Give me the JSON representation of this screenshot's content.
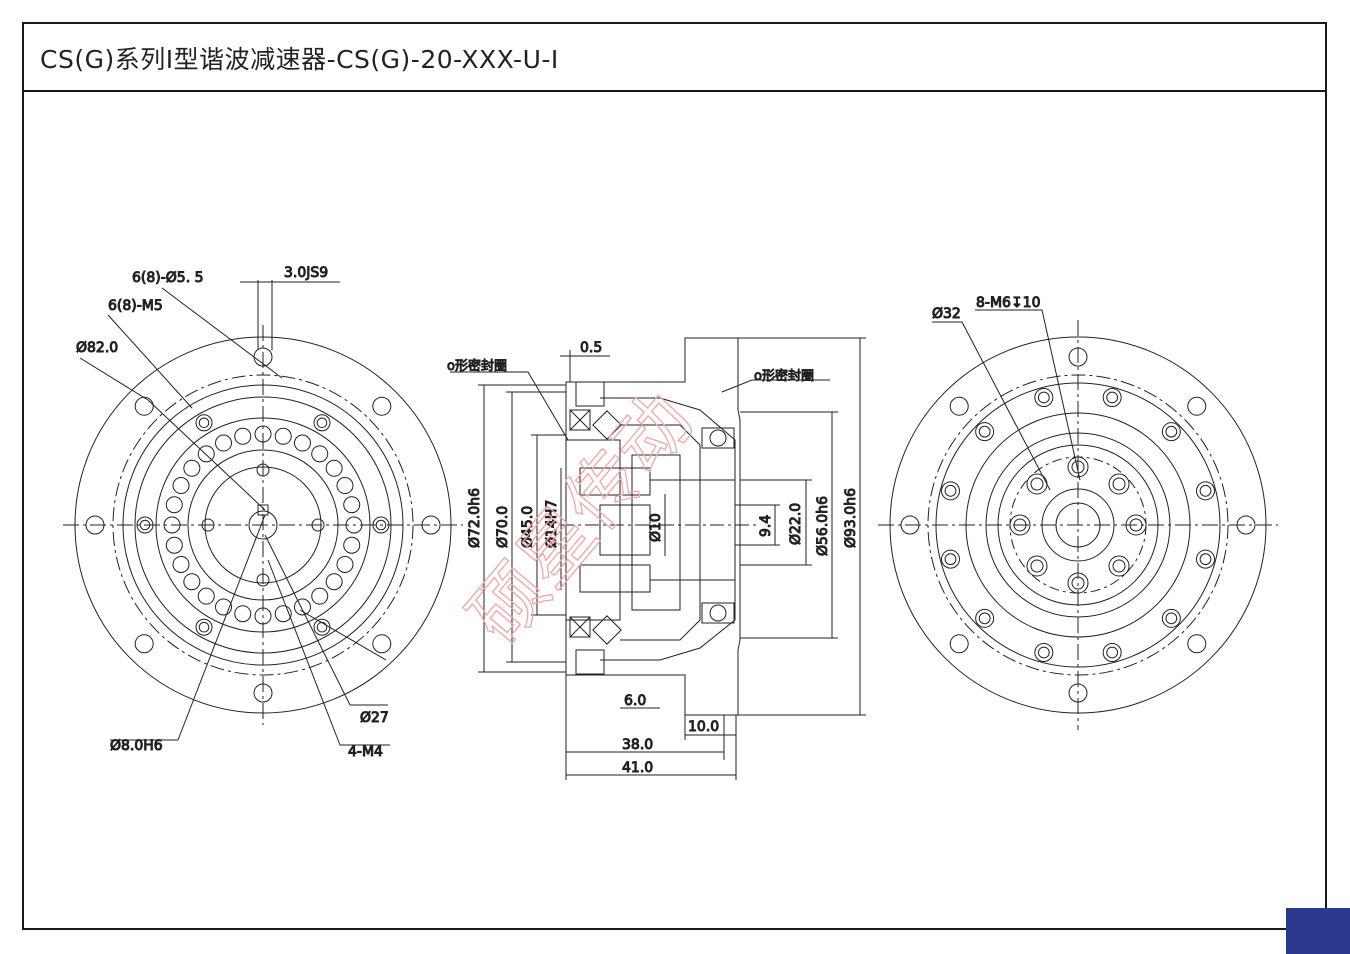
{
  "title": "CS(G)系列I型谐波减速器-CS(G)-20-XXX-U-I",
  "colors": {
    "line": "#222222",
    "accent": "#2b3a8f",
    "watermark": "#f2a6a6"
  },
  "watermark": "硕星传动",
  "front_view": {
    "labels": {
      "hole_spec": "6(8)-Ø5. 5",
      "tapped_spec": "6(8)-M5",
      "keyway": "3.0JS9",
      "outer_dia": "Ø82.0",
      "inner_dia": "Ø27",
      "bore": "Ø8.0H6",
      "tapped_4": "4-M4"
    }
  },
  "section_view": {
    "labels": {
      "oring_left": "o形密封圈",
      "oring_right": "o形密封圈",
      "gap": "0.5",
      "d72": "Ø72.0h6",
      "d70": "Ø70.0",
      "d45": "Ø45.0",
      "d14": "Ø14H7",
      "d10": "Ø10",
      "h9": "9.4",
      "d22": "Ø22.0",
      "d56": "Ø56.0h6",
      "d93": "Ø93.0h6",
      "w6": "6.0",
      "w10": "10.0",
      "w38": "38.0",
      "w41": "41.0"
    }
  },
  "rear_view": {
    "labels": {
      "d32": "Ø32",
      "tapped_8": "8-M6↧10"
    }
  }
}
